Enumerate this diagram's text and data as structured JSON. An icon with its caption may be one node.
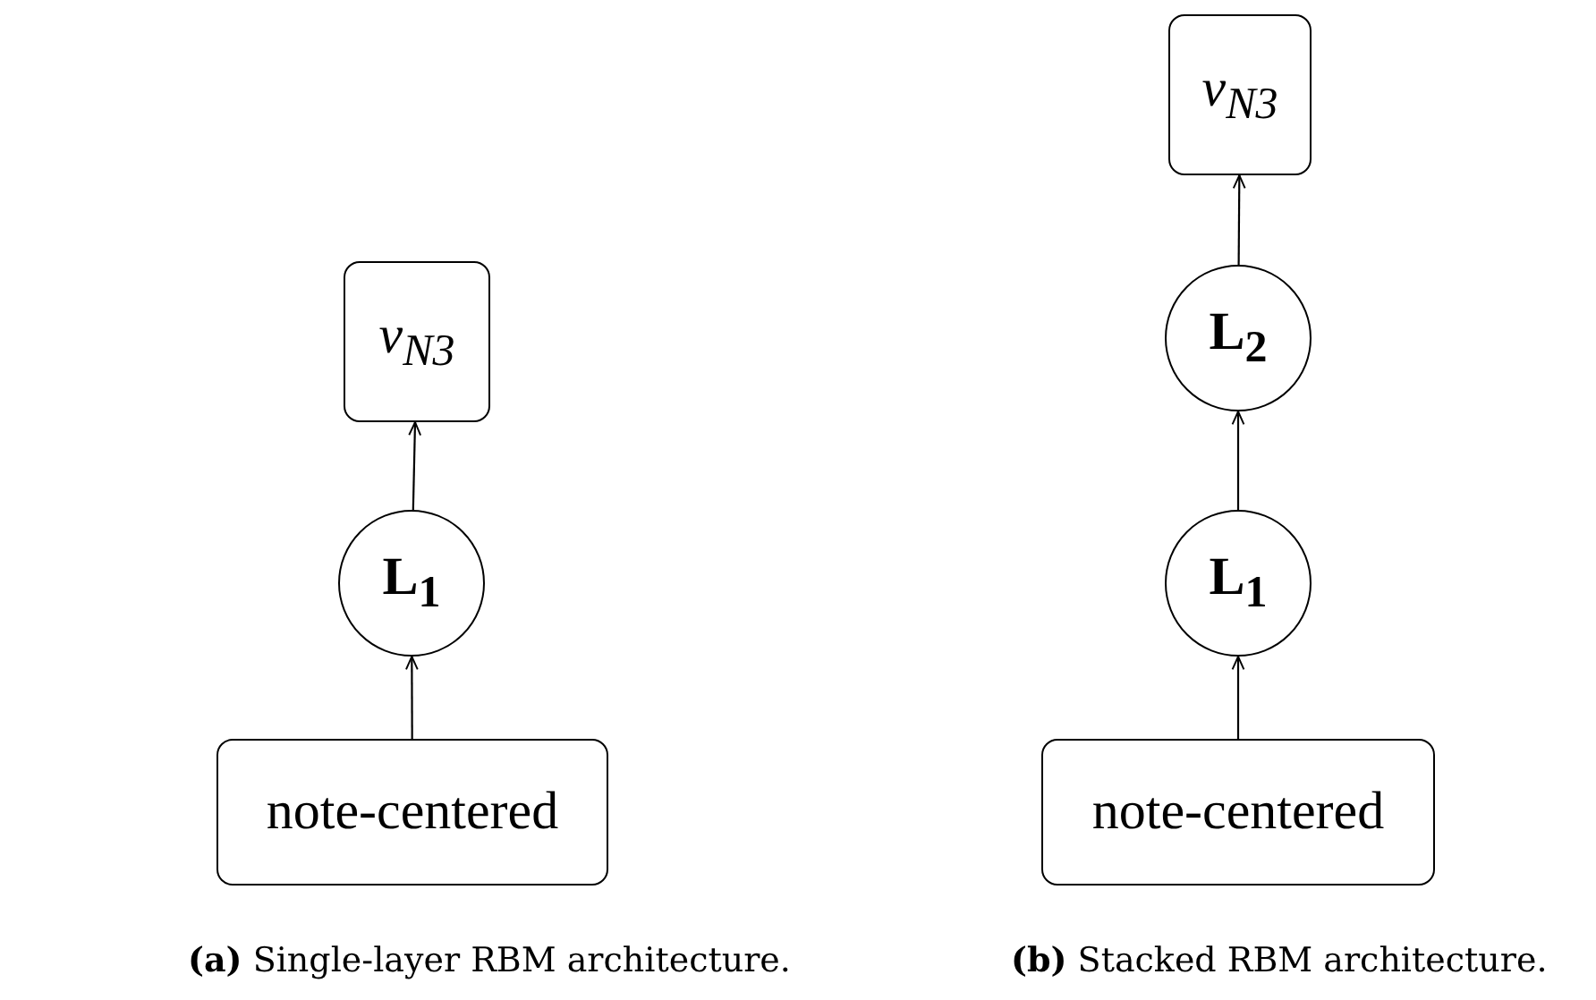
{
  "diagram": {
    "nodes": [
      {
        "text": [
          "v$_{N3}$"
        ]
      },
      {
        "text": [
          "L$_{1}$"
        ]
      },
      {
        "text": [
          "note-centered"
        ]
      },
      {
        "text": [
          "v$_{N3}$"
        ]
      },
      {
        "text": [
          "L$_{2}$"
        ]
      },
      {
        "text": [
          "L$_{1}$"
        ]
      },
      {
        "text": [
          "note-centered"
        ]
      }
    ],
    "edges": [
      {
        "from": 2,
        "to": 1,
        "arrow": "to"
      },
      {
        "from": 1,
        "to": 0,
        "arrow": "to"
      },
      {
        "from": 6,
        "to": 5,
        "arrow": "to"
      },
      {
        "from": 5,
        "to": 4,
        "arrow": "to"
      },
      {
        "from": 4,
        "to": 3,
        "arrow": "to"
      }
    ],
    "labels": [
      "**(a)** Single-layer RBM architecture.",
      "**(b)** Stacked RBM architecture."
    ]
  }
}
